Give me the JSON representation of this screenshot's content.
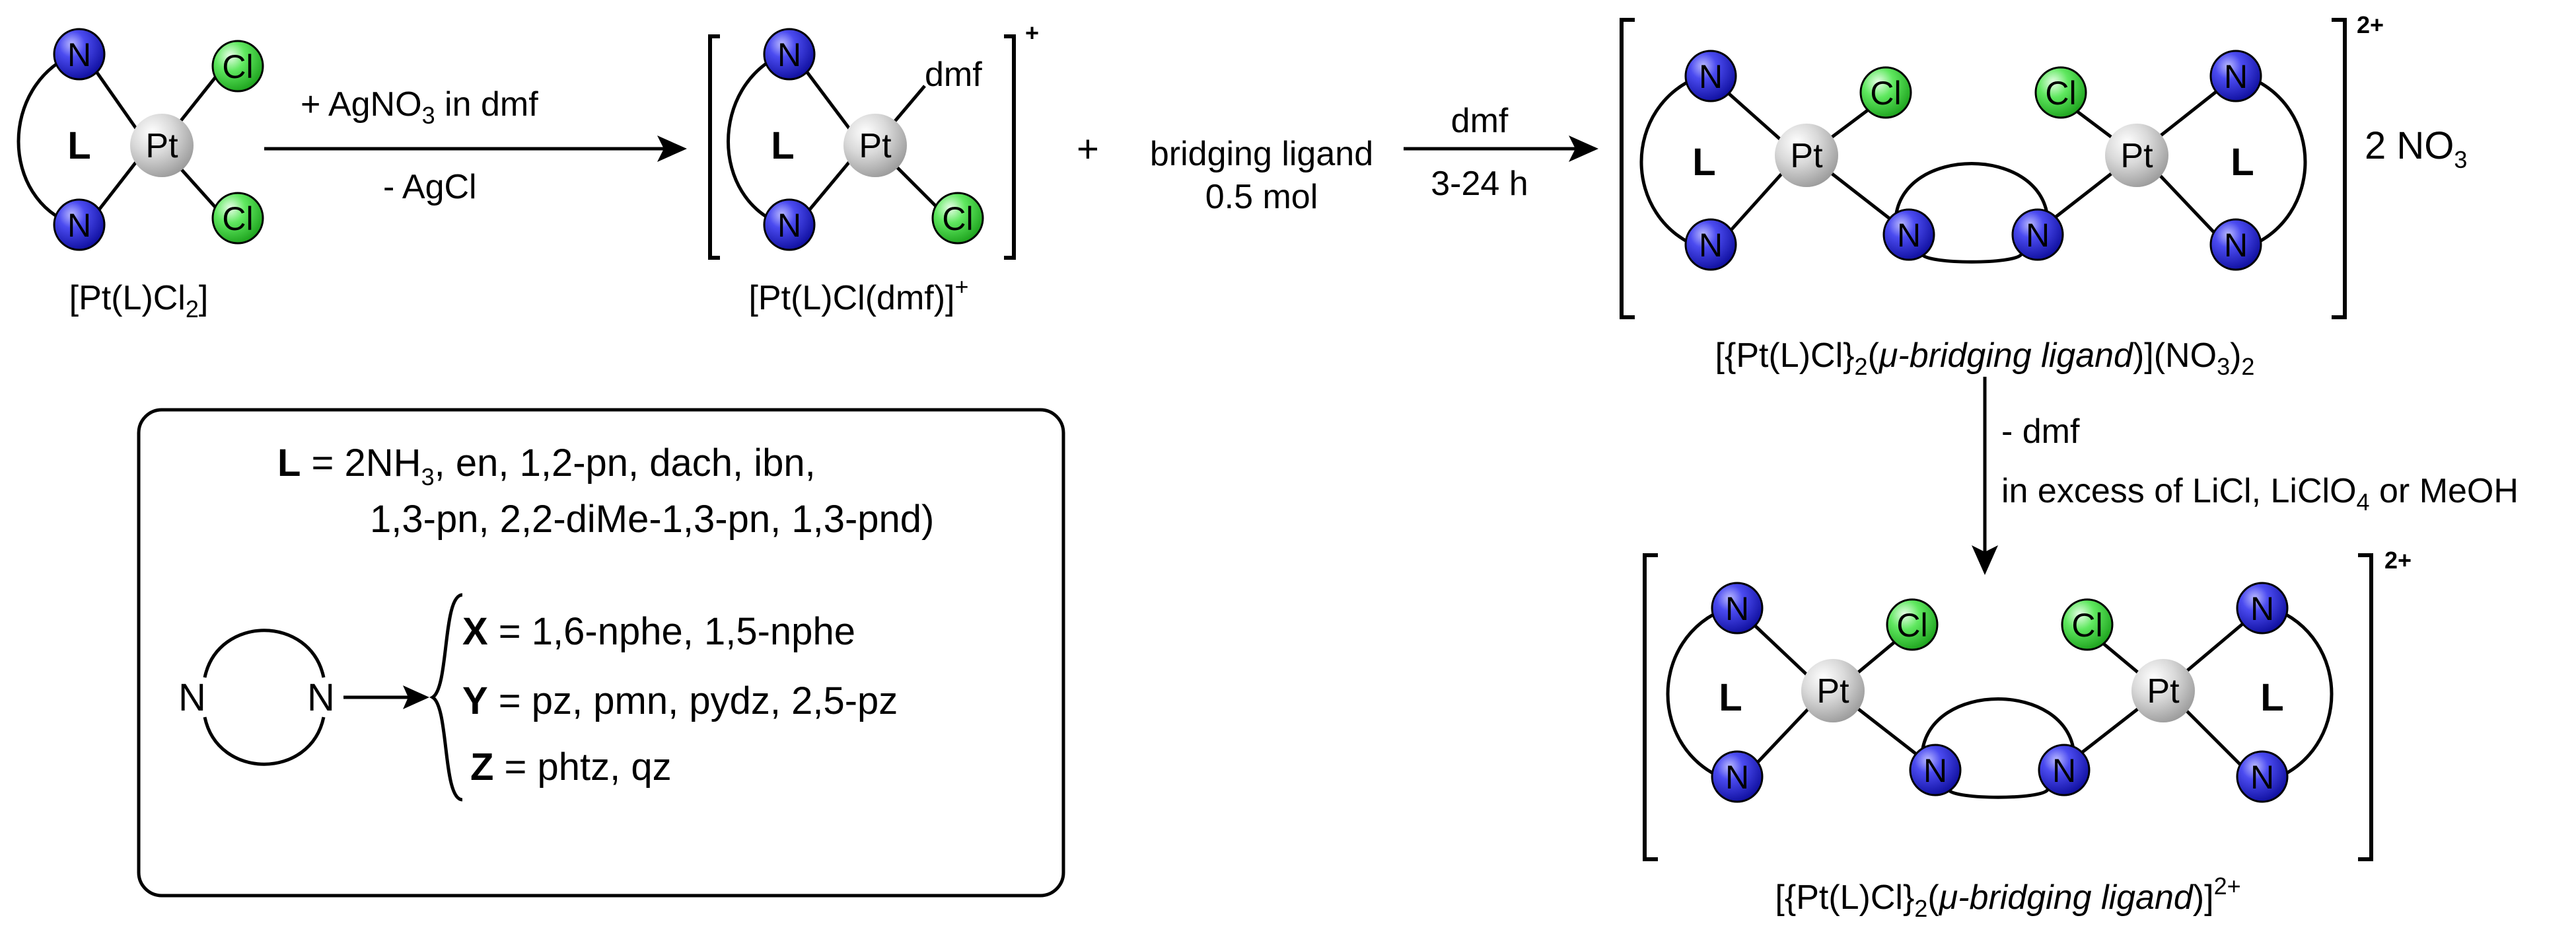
{
  "reaction": {
    "start_label": "[Pt(L)Cl",
    "start_label_sub": "2",
    "start_label_end": "]",
    "step1_reagent": "+  AgNO",
    "step1_reagent_sub": "3",
    "step1_reagent_end": "  in  dmf",
    "step1_byproduct": "- AgCl",
    "intermediate_label": "[Pt(L)Cl(dmf)]",
    "intermediate_charge": "+",
    "intermediate_ligand": "dmf",
    "plus": "+",
    "bridging_ligand_line1": "bridging ligand",
    "bridging_ligand_line2": "0.5 mol",
    "step2_solvent": "dmf",
    "step2_time": "3-24  h",
    "dinuclear_charge": "2+",
    "counterion_prefix": "2 NO",
    "counterion_sub": "3",
    "dinuclear_label_a": "[{Pt(L)Cl}",
    "dinuclear_label_b": "2",
    "dinuclear_label_c": "(",
    "dinuclear_label_mu": "μ",
    "dinuclear_label_d": "-bridging ligand",
    "dinuclear_label_e": ")](NO",
    "dinuclear_label_f": "3",
    "dinuclear_label_g": ")",
    "dinuclear_label_h": "2",
    "step3_a": "- dmf",
    "step3_b": "in excess  of LiCl, LiClO",
    "step3_b_sub": "4",
    "step3_b_end": " or MeOH",
    "product_charge": "2+",
    "product_label_a": "[{Pt(L)Cl}",
    "product_label_b": "2",
    "product_label_c": "(",
    "product_label_mu": "μ",
    "product_label_d": "-bridging ligand",
    "product_label_e": ")]",
    "product_label_sup": "2+"
  },
  "atoms": {
    "N": "N",
    "Cl": "Cl",
    "Pt": "Pt",
    "L": "L"
  },
  "legend": {
    "L_symbol": "L",
    "L_line1_a": " = 2NH",
    "L_line1_sub": "3",
    "L_line1_b": ",   en,  1,2-pn, dach, ibn,",
    "L_line2": "1,3-pn, 2,2-diMe-1,3-pn, 1,3-pnd)",
    "X_symbol": "X",
    "X_text": " = 1,6-nphe, 1,5-nphe",
    "Y_symbol": "Y",
    "Y_text": " = pz, pmn, pydz, 2,5-pz",
    "Z_symbol": "Z",
    "Z_text": " = phtz, qz"
  },
  "colors": {
    "nitrogen": "#2525d8",
    "chlorine": "#2ecf2e",
    "platinum": "#c8c8c8"
  }
}
